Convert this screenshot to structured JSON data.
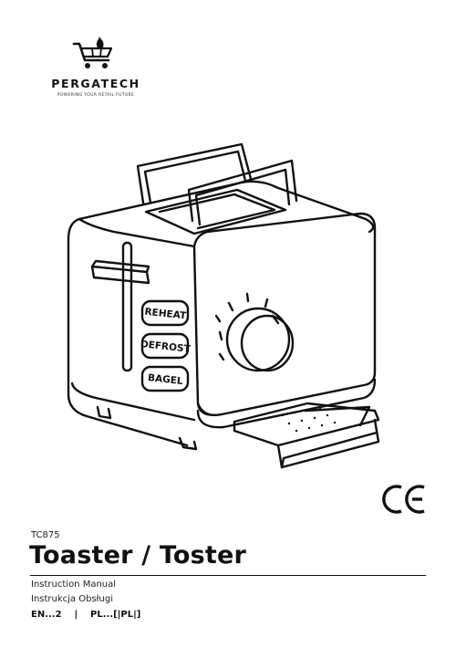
{
  "brand": {
    "name": "PERGATECH",
    "tagline": "POWERING YOUR RETAIL FUTURE"
  },
  "toaster": {
    "button_labels": [
      "REHEAT",
      "DEFROST",
      "BAGEL"
    ]
  },
  "mark": "CE",
  "document": {
    "model": "TC875",
    "title": "Toaster / Toster",
    "subtitle_en": "Instruction Manual",
    "subtitle_pl": "Instrukcja Obsługi",
    "languages": "EN...2    |    PL...[|PL|]"
  }
}
